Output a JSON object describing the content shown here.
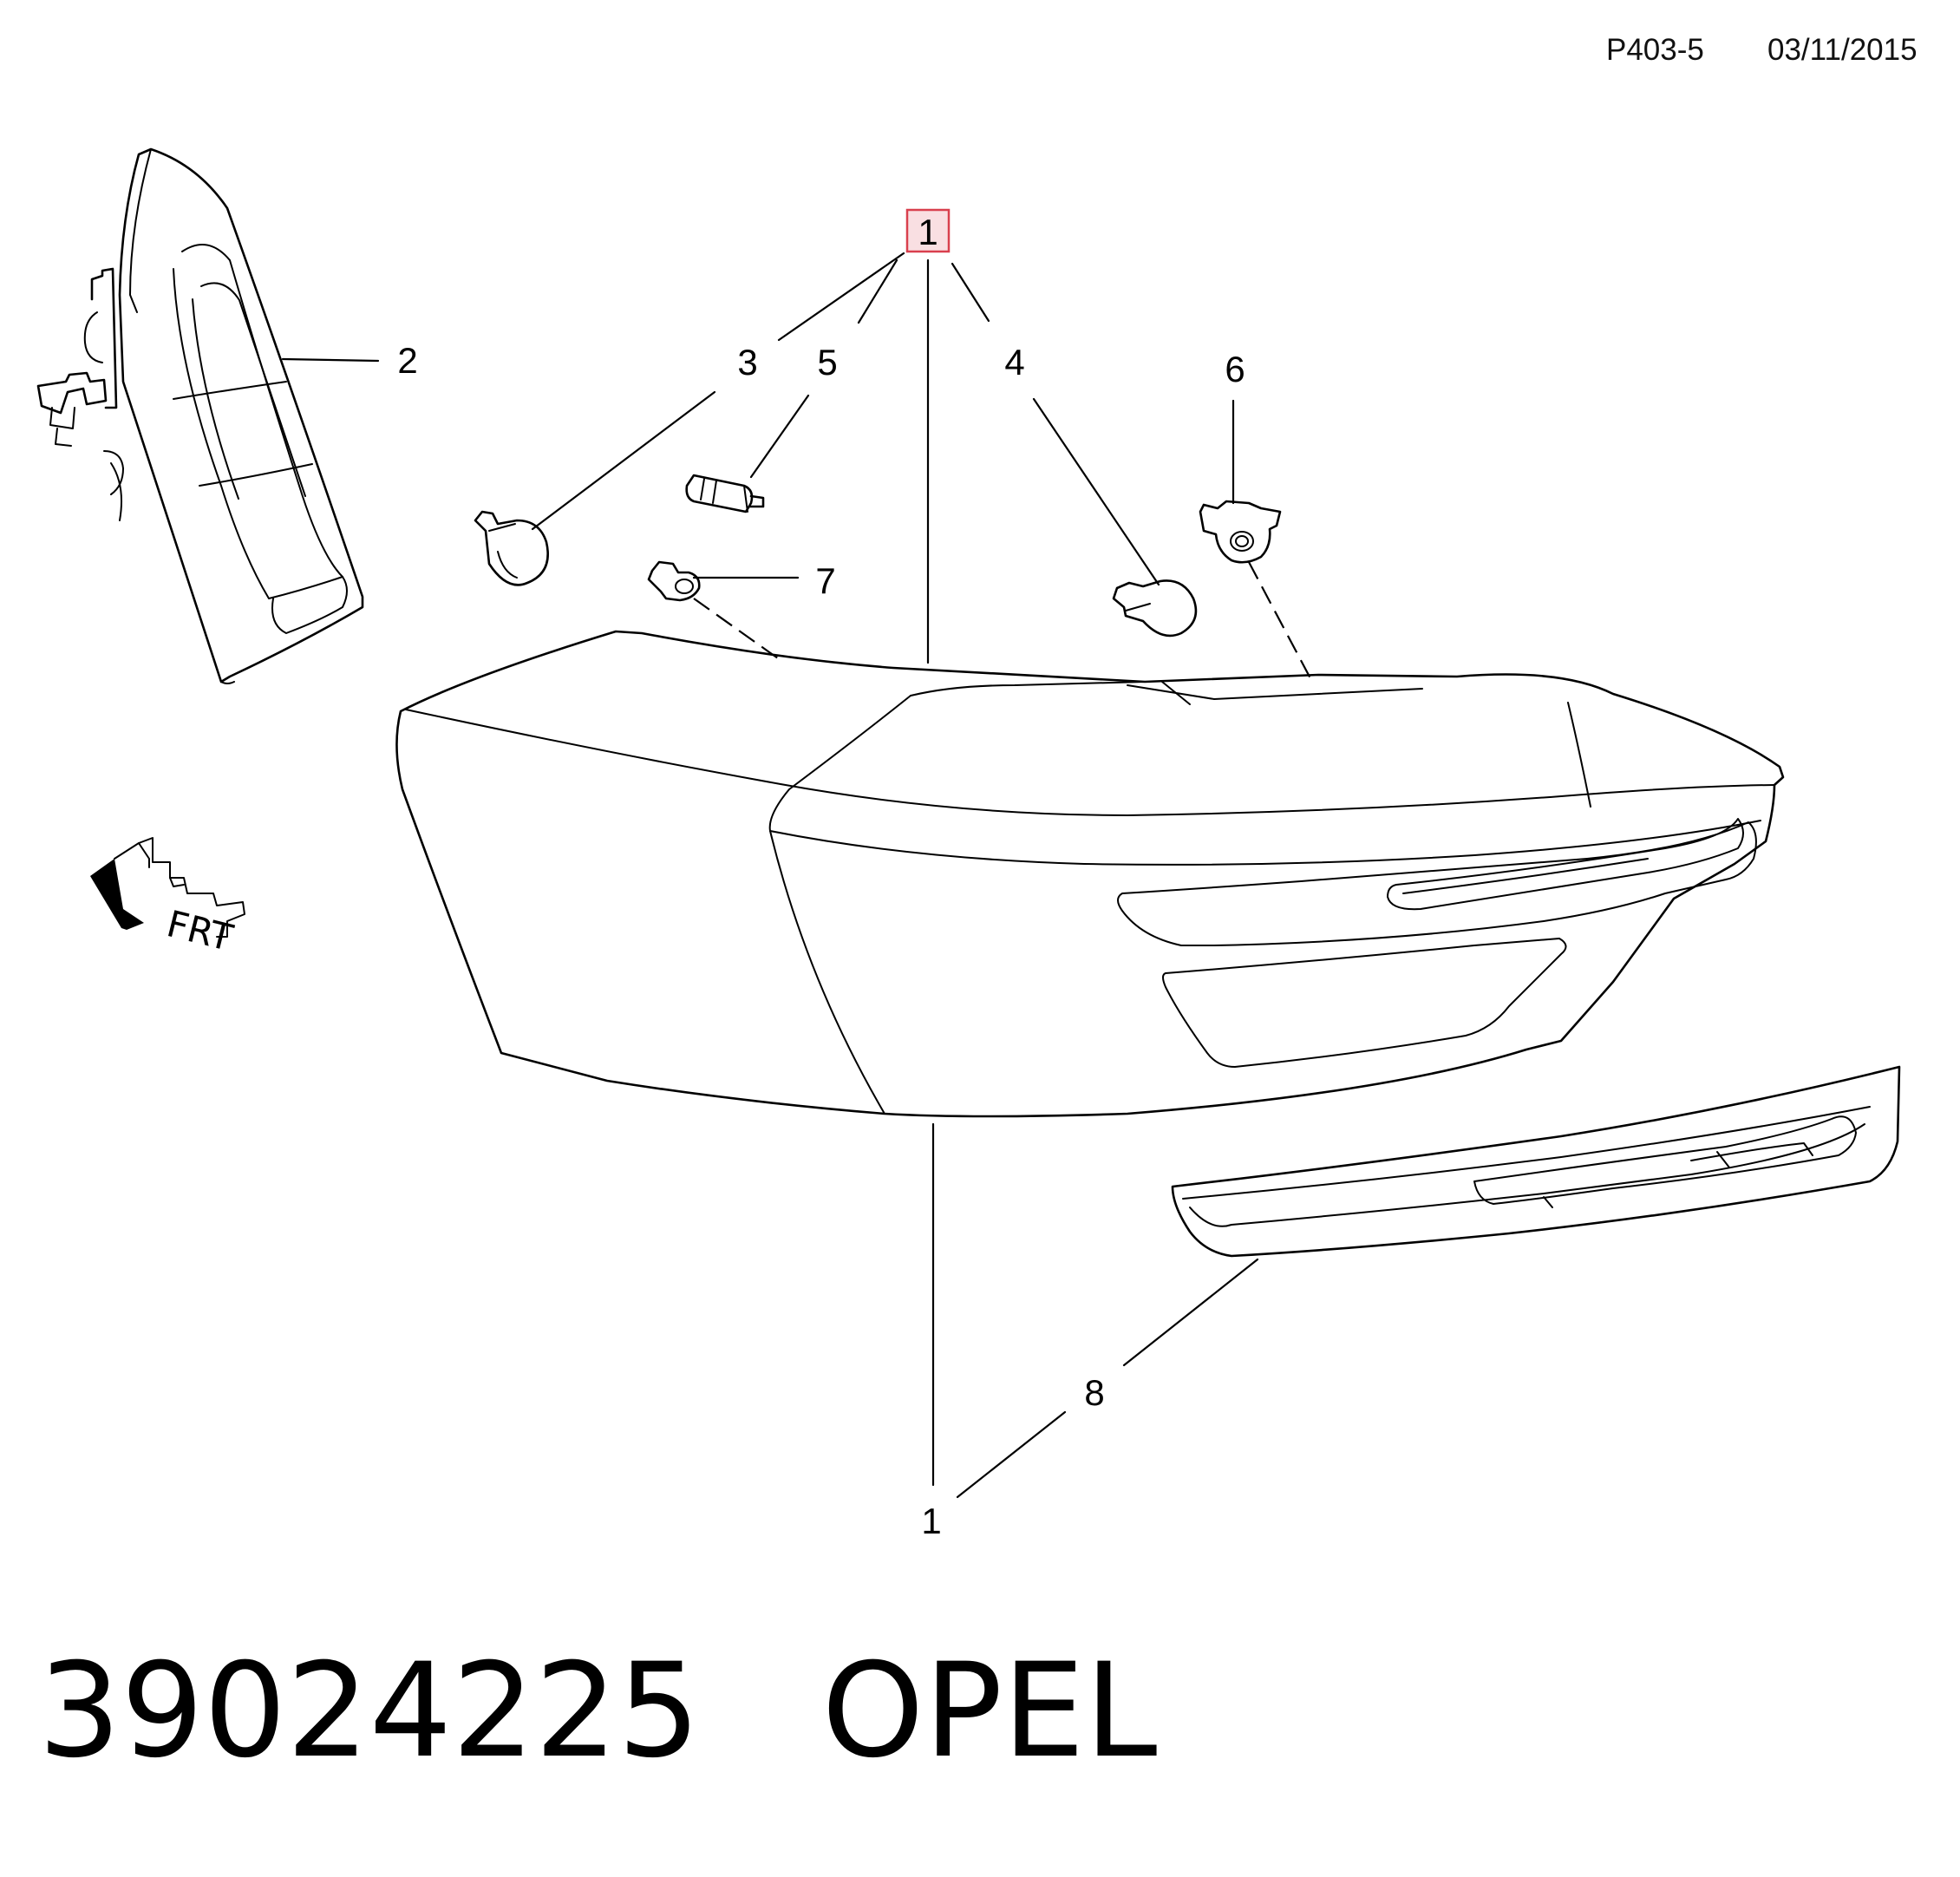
{
  "header": {
    "ref_code": "P403-5",
    "date": "03/11/2015"
  },
  "callouts": {
    "assembly_top": "1",
    "part_2": "2",
    "part_3": "3",
    "part_4": "4",
    "part_5": "5",
    "part_6": "6",
    "part_7": "7",
    "part_8": "8",
    "assembly_bottom": "1"
  },
  "orientation_marker": {
    "label": "FRT",
    "icon": "front-arrow-icon"
  },
  "footer": {
    "part_number": "39024225",
    "brand": "OPEL"
  },
  "colors": {
    "line": "#000000",
    "highlight_fill": "#f9dfe2",
    "highlight_border": "#d9404e"
  }
}
